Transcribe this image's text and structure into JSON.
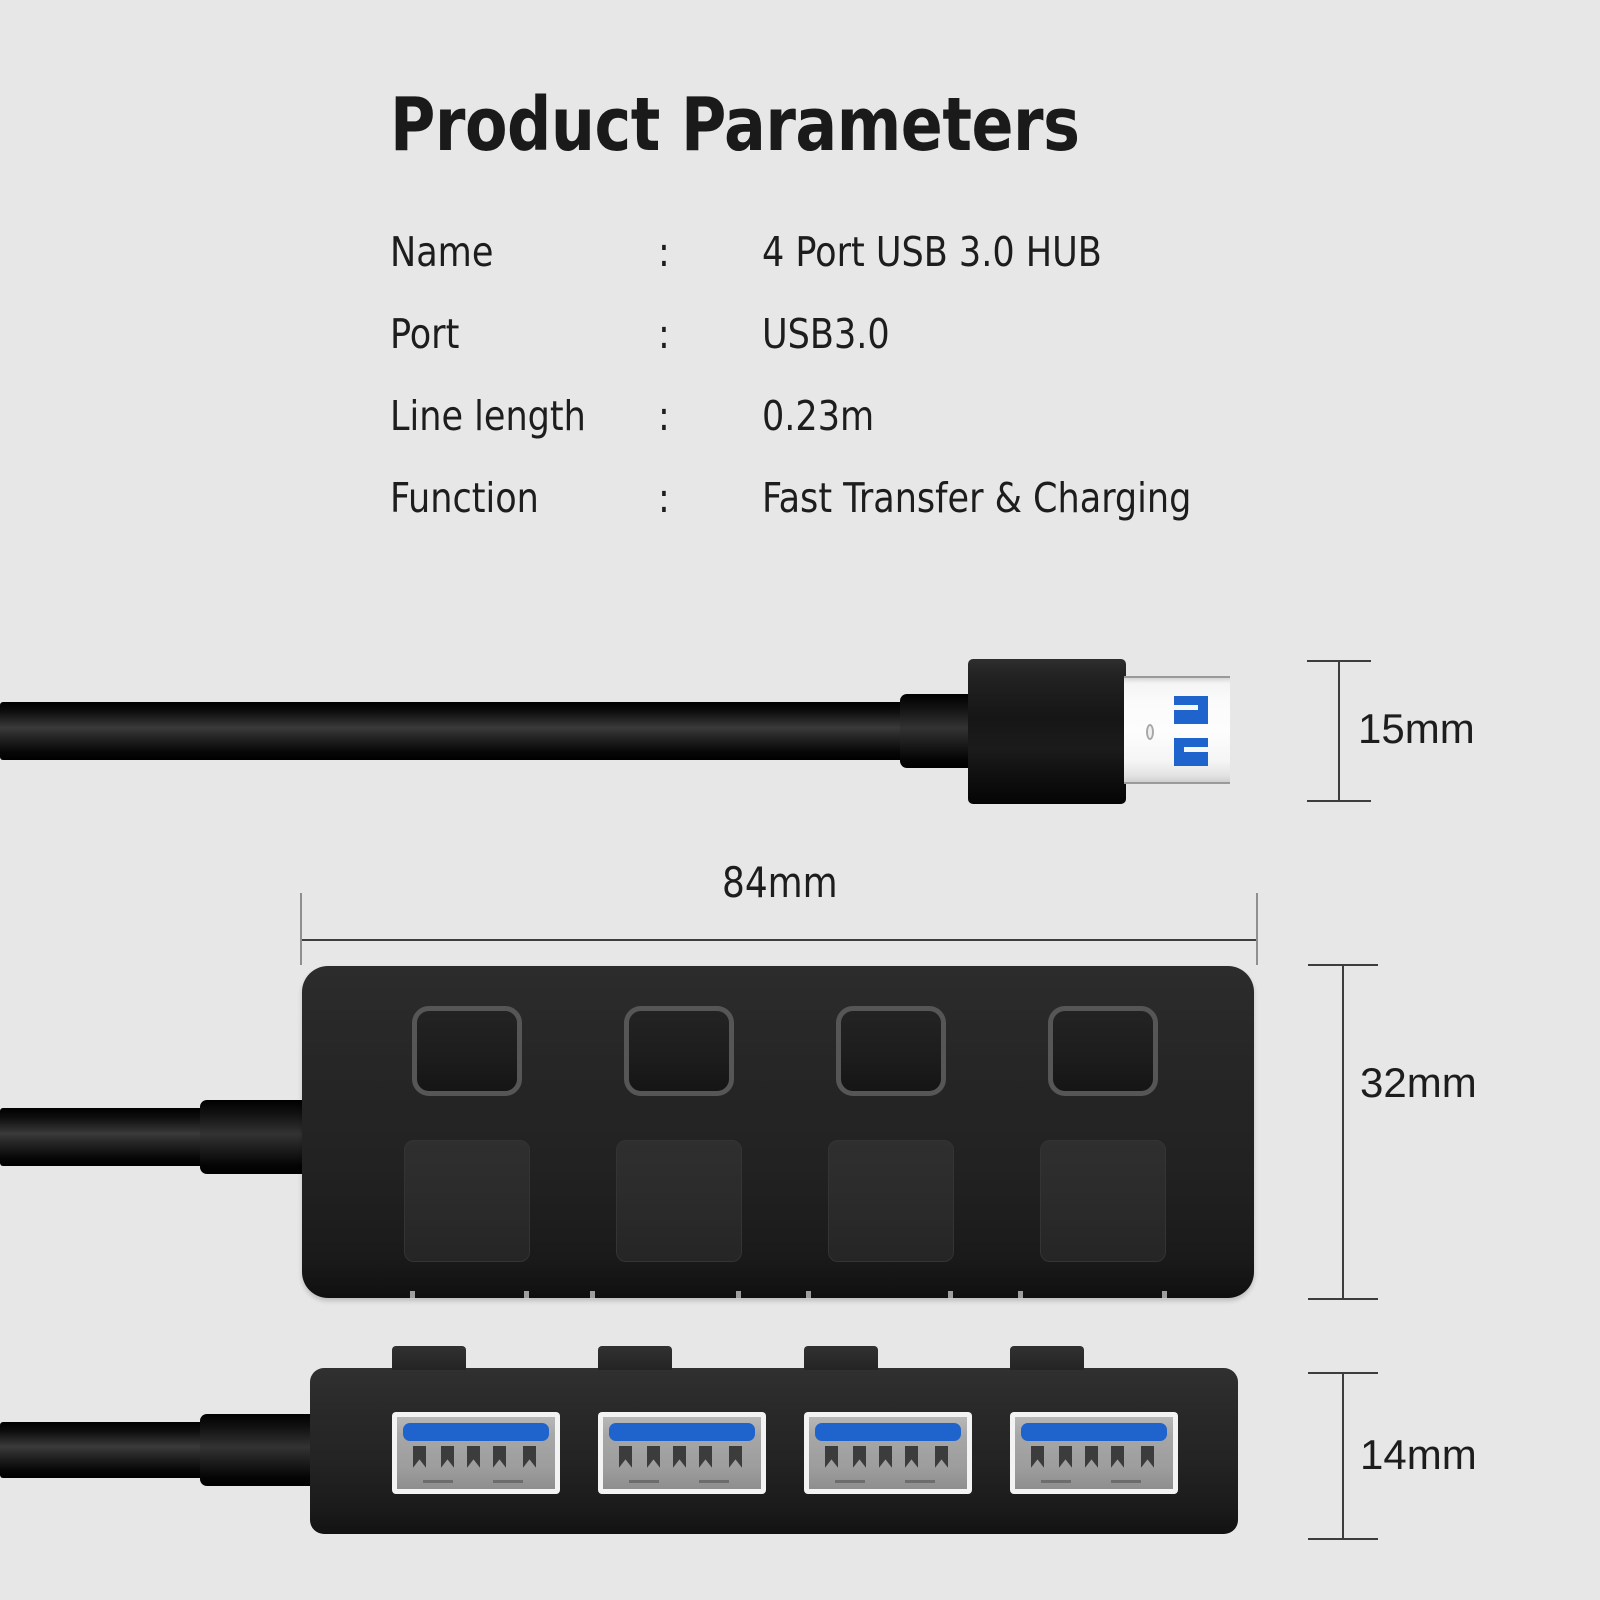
{
  "page": {
    "title": "Product Parameters",
    "background_color": "#e7e7e7",
    "text_color": "#1d1d1d",
    "accent_blue": "#1f63cc"
  },
  "specs": {
    "colon": ":",
    "rows": [
      {
        "label": "Name",
        "value": "4 Port USB 3.0 HUB"
      },
      {
        "label": "Port",
        "value": "USB3.0"
      },
      {
        "label": "Line length",
        "value": "0.23m"
      },
      {
        "label": "Function",
        "value": "Fast Transfer & Charging"
      }
    ]
  },
  "dimensions": {
    "plug_height": "15mm",
    "hub_width": "84mm",
    "hub_depth": "32mm",
    "port_strip_height": "14mm"
  },
  "product": {
    "plug": {
      "type": "usb-a-male-3.0",
      "contact_blocks": 2
    },
    "hub_top_view": {
      "switch_count": 4,
      "port_slot_count": 4
    },
    "hub_port_strip": {
      "port_count": 4,
      "switch_tab_count": 4
    }
  }
}
